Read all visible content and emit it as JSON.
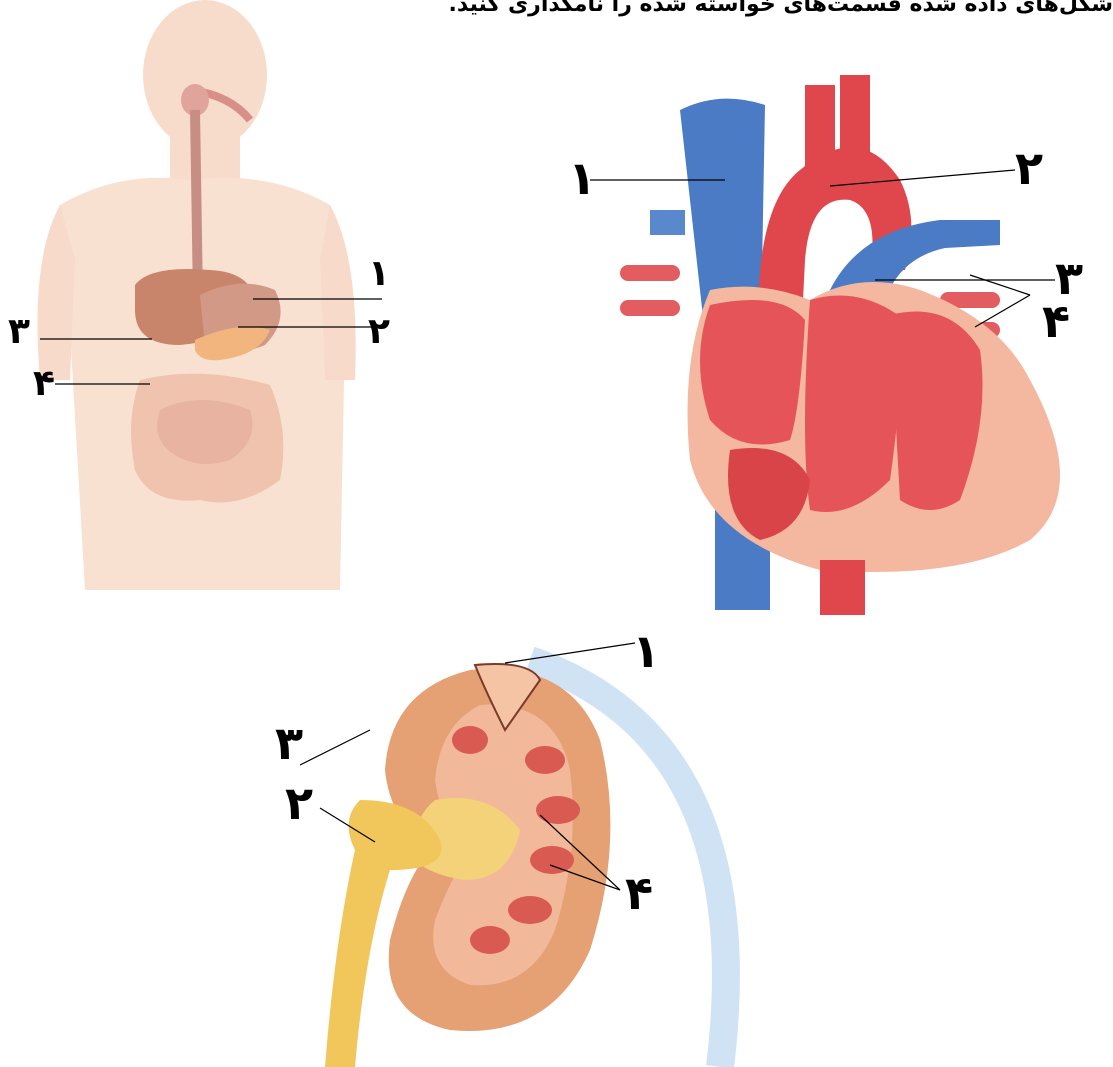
{
  "instruction": "شکل‌های داده شده قسمت‌های خواسته شده را نامگذاری کنید.",
  "digestive": {
    "labels": [
      "۱",
      "۲",
      "۳",
      "۴"
    ]
  },
  "heart": {
    "labels": [
      "۱",
      "۲",
      "۳",
      "۴"
    ]
  },
  "kidney": {
    "labels": [
      "۱",
      "۲",
      "۳",
      "۴"
    ]
  },
  "colors": {
    "vein": "#4a7bc4",
    "artery": "#e0474c",
    "body": "#f6d8c6",
    "liver": "#c9856c",
    "pancreas": "#f2b57e",
    "gall": "#a9d08f",
    "cortex": "#e5a073",
    "ureter": "#f1c65a"
  }
}
